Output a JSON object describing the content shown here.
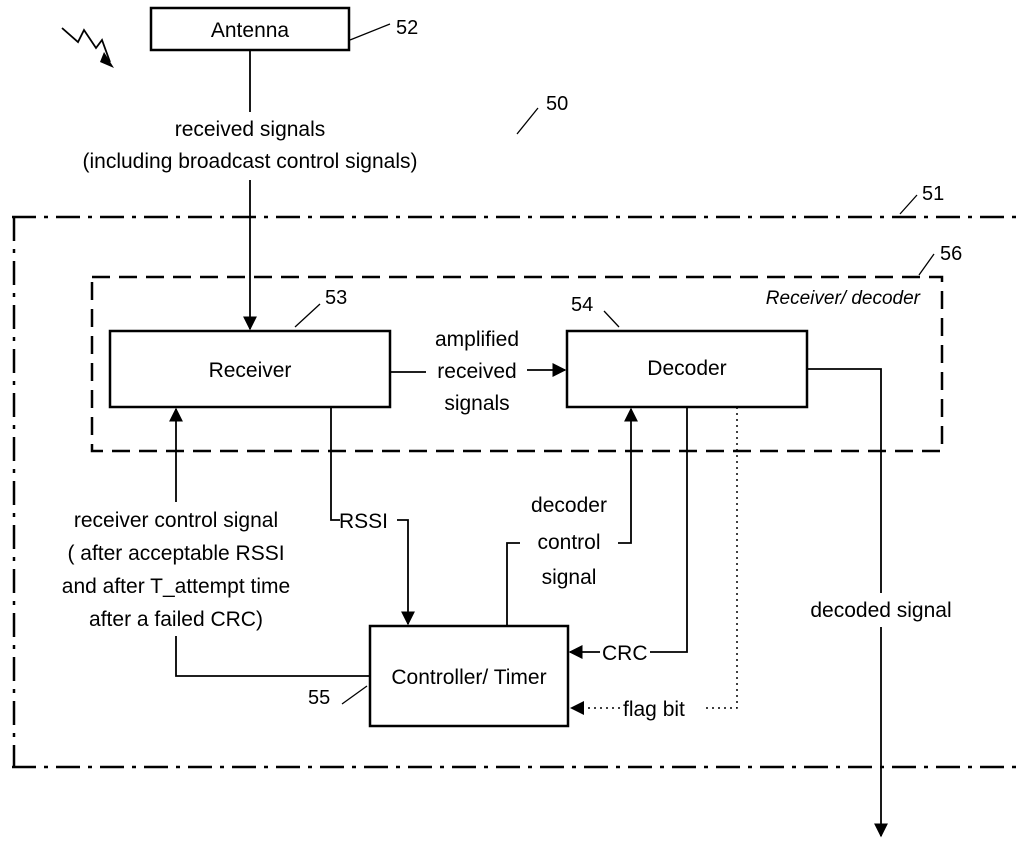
{
  "blocks": {
    "antenna": "Antenna",
    "receiver": "Receiver",
    "decoder": "Decoder",
    "controller": "Controller/ Timer",
    "receiver_decoder": "Receiver/ decoder"
  },
  "refs": {
    "r50": "50",
    "r51": "51",
    "r52": "52",
    "r53": "53",
    "r54": "54",
    "r55": "55",
    "r56": "56"
  },
  "signals": {
    "received_line1": "received signals",
    "received_line2": "(including broadcast control signals)",
    "amplified_line1": "amplified",
    "amplified_line2": "received",
    "amplified_line3": "signals",
    "rssi": "RSSI",
    "decoder_control_line1": "decoder",
    "decoder_control_line2": "control",
    "decoder_control_line3": "signal",
    "receiver_control_line1": "receiver control signal",
    "receiver_control_line2": "( after acceptable RSSI",
    "receiver_control_line3": "and after T_attempt time",
    "receiver_control_line4": "after a failed CRC)",
    "crc": "CRC",
    "flag_bit": "flag bit",
    "decoded": "decoded signal"
  }
}
